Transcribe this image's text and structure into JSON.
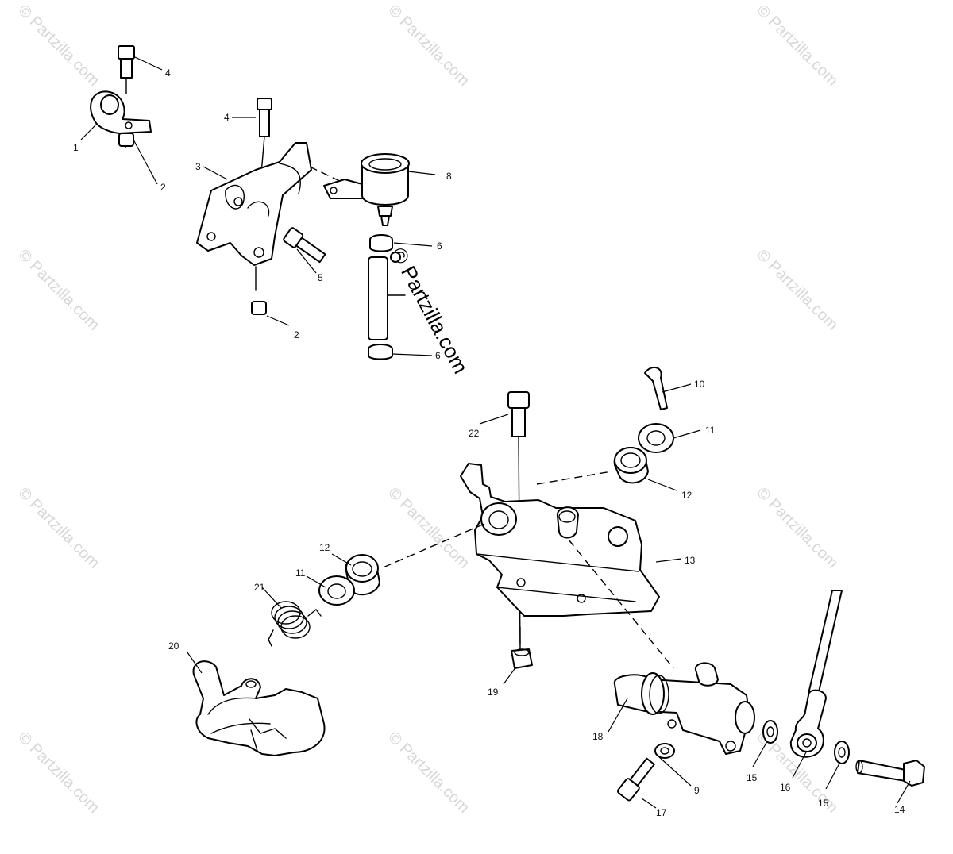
{
  "watermark": {
    "text": "© Partzilla.com",
    "center_text": "© Partzilla.com"
  },
  "callouts": {
    "c1": "1",
    "c2a": "2",
    "c2b": "2",
    "c3": "3",
    "c4a": "4",
    "c4b": "4",
    "c5": "5",
    "c6a": "6",
    "c6b": "6",
    "c8": "8",
    "c9": "9",
    "c10": "10",
    "c11a": "11",
    "c11b": "11",
    "c12a": "12",
    "c12b": "12",
    "c13": "13",
    "c14": "14",
    "c15a": "15",
    "c15b": "15",
    "c16": "16",
    "c17": "17",
    "c18": "18",
    "c19": "19",
    "c20": "20",
    "c21": "21",
    "c22": "22"
  }
}
